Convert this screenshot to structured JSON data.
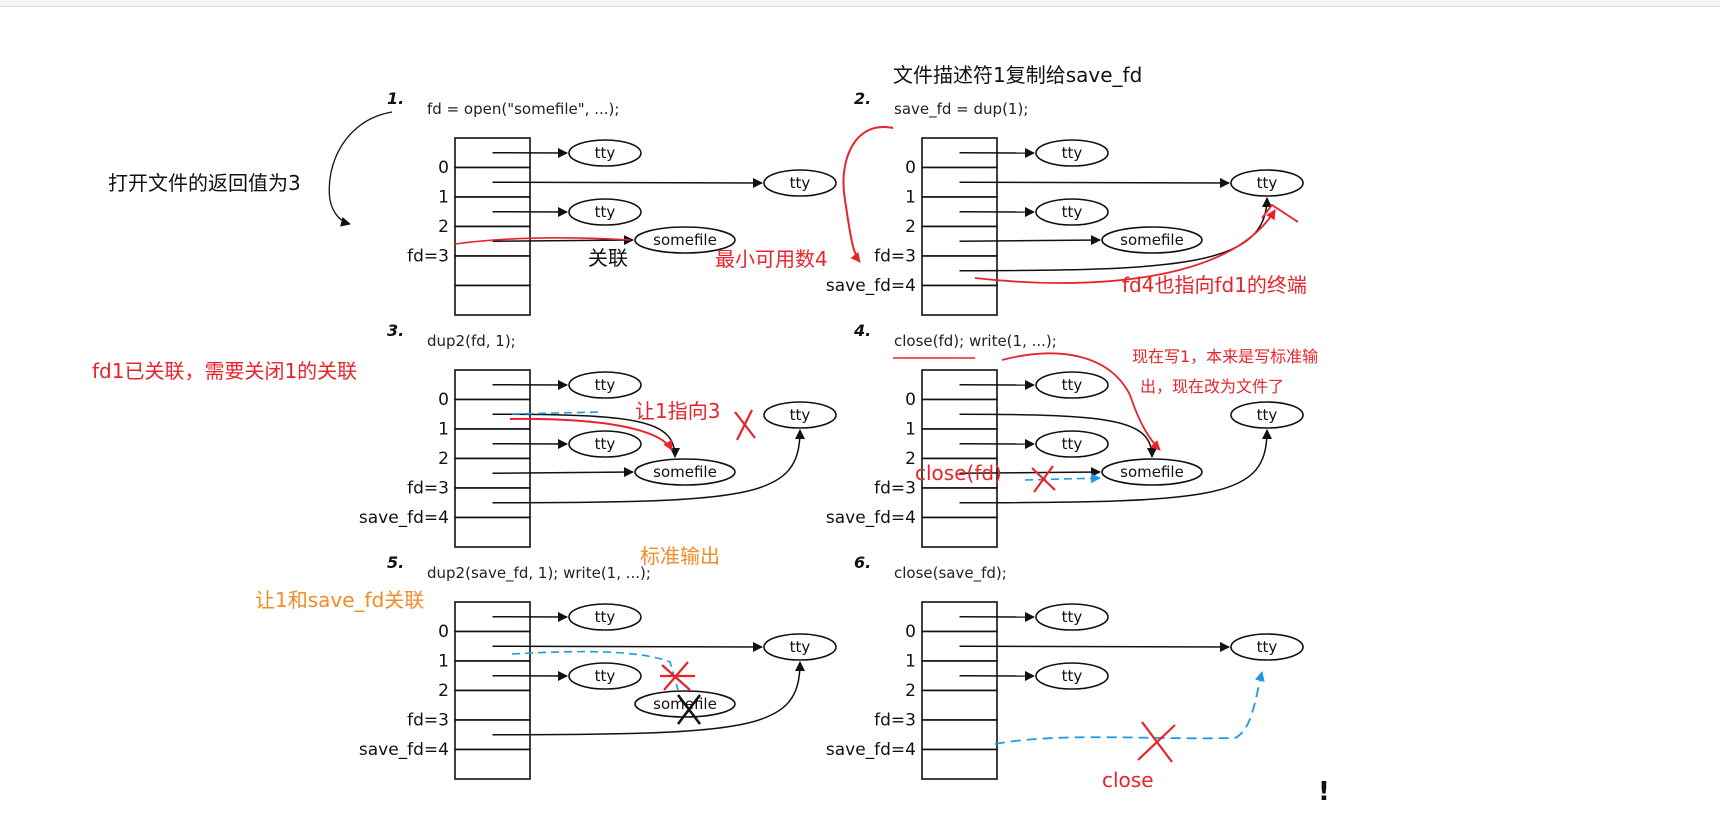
{
  "panels": [
    {
      "number": "1.",
      "code": "fd = open(\"somefile\", ...);",
      "labels": [
        "0",
        "1",
        "2",
        "fd=3",
        ""
      ],
      "targets": [
        "tty",
        "tty",
        "tty",
        "somefile"
      ]
    },
    {
      "number": "2.",
      "code": "save_fd = dup(1);",
      "labels": [
        "0",
        "1",
        "2",
        "fd=3",
        "save_fd=4"
      ],
      "targets": [
        "tty",
        "tty",
        "tty",
        "somefile"
      ]
    },
    {
      "number": "3.",
      "code": "dup2(fd, 1);",
      "labels": [
        "0",
        "1",
        "2",
        "fd=3",
        "save_fd=4"
      ],
      "targets": [
        "tty",
        "tty",
        "tty",
        "somefile"
      ]
    },
    {
      "number": "4.",
      "code": "close(fd); write(1, ...);",
      "labels": [
        "0",
        "1",
        "2",
        "fd=3",
        "save_fd=4"
      ],
      "targets": [
        "tty",
        "tty",
        "tty",
        "somefile"
      ]
    },
    {
      "number": "5.",
      "code": "dup2(save_fd, 1); write(1, ...);",
      "labels": [
        "0",
        "1",
        "2",
        "fd=3",
        "save_fd=4"
      ],
      "targets": [
        "tty",
        "tty",
        "tty",
        "somefile"
      ]
    },
    {
      "number": "6.",
      "code": "close(save_fd);",
      "labels": [
        "0",
        "1",
        "2",
        "fd=3",
        "save_fd=4"
      ],
      "targets": [
        "tty",
        "tty",
        "tty"
      ]
    }
  ],
  "annotations": {
    "open_return": "打开文件的返回值为3",
    "associate": "关联",
    "dup_title": "文件描述符1复制给save_fd",
    "min_available": "最小可用数4",
    "fd4_points": "fd4也指向fd1的终端",
    "fd1_close": "fd1已关联，需要关闭1的关联",
    "let1_point3": "让1指向3",
    "now_write_line1": "现在写1，本来是写标准输",
    "now_write_line2": "出，现在改为文件了",
    "close_fd": "close(fd)",
    "stdout": "标准输出",
    "let1_save": "让1和save_fd关联",
    "close": "close",
    "cursor": "!"
  },
  "colors": {
    "red": "#e8242b",
    "orange": "#f28c28",
    "blue": "#1e9be0",
    "ink": "#111111"
  }
}
